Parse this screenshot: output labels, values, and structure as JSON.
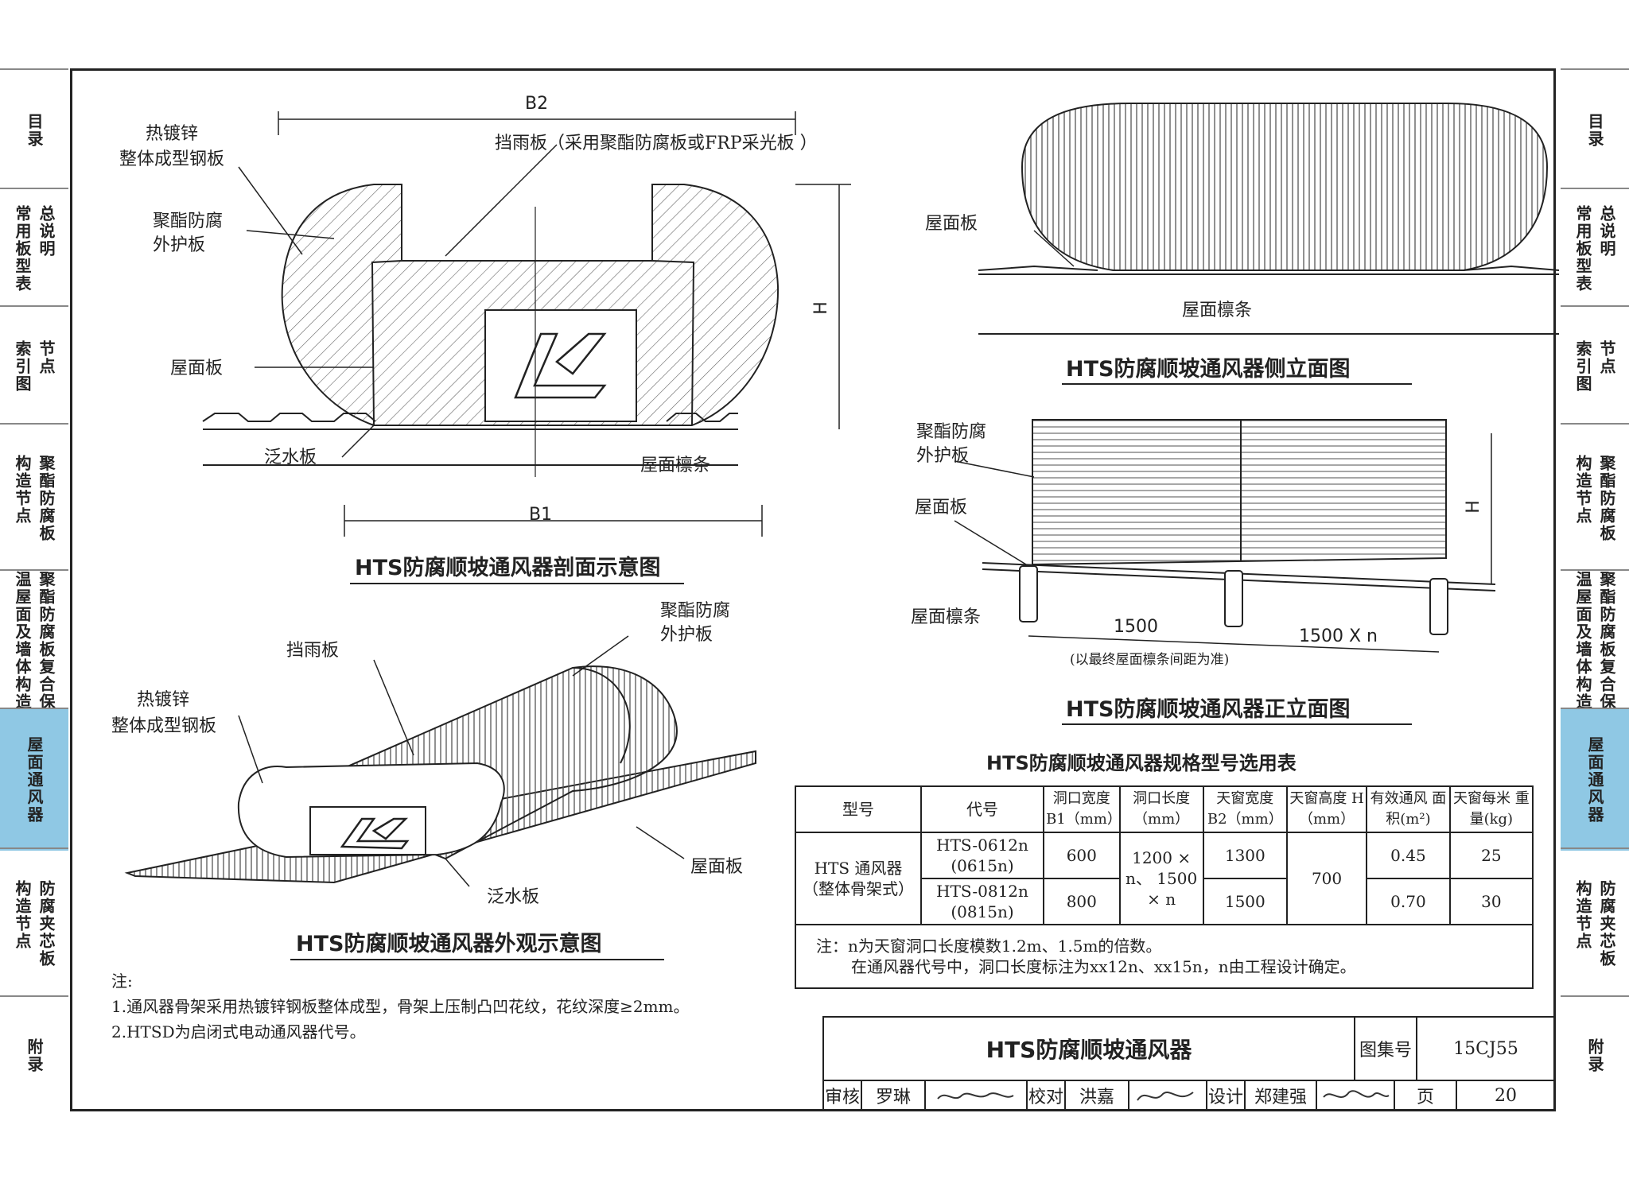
{
  "side_tabs": [
    {
      "id": "mulu",
      "cols": [
        "目录"
      ],
      "active": false
    },
    {
      "id": "zongshuoming",
      "cols": [
        "总说明",
        "常用板型表"
      ],
      "active": false
    },
    {
      "id": "jiedian",
      "cols": [
        "节点",
        "索引图"
      ],
      "active": false
    },
    {
      "id": "gouzao",
      "cols": [
        "聚酯防腐板",
        "构造节点"
      ],
      "active": false
    },
    {
      "id": "baowen",
      "cols": [
        "聚酯防腐板复合保",
        "温屋面及墙体构造"
      ],
      "active": false
    },
    {
      "id": "tongfeng",
      "cols": [
        "屋面通风器"
      ],
      "active": true
    },
    {
      "id": "jiaxin",
      "cols": [
        "防腐夹芯板",
        "构造节点"
      ],
      "active": false
    },
    {
      "id": "fulu",
      "cols": [
        "附录"
      ],
      "active": false
    }
  ],
  "section_drawing": {
    "labels": {
      "b2": "B2",
      "steel_1": "热镀锌",
      "steel_2": "整体成型钢板",
      "rain": "挡雨板（采用聚酯防腐板或FRP采光板 ）",
      "cover_1": "聚酯防腐",
      "cover_2": "外护板",
      "h": "H",
      "roof": "屋面板",
      "flashing": "泛水板",
      "purlin": "屋面檩条",
      "b1": "B1"
    },
    "title": "HTS防腐顺坡通风器剖面示意图"
  },
  "side_elevation": {
    "labels": {
      "roof": "屋面板",
      "purlin": "屋面檩条"
    },
    "title": "HTS防腐顺坡通风器侧立面图"
  },
  "front_elevation": {
    "labels": {
      "cover_1": "聚酯防腐",
      "cover_2": "外护板",
      "roof": "屋面板",
      "h": "H",
      "purlin": "屋面檩条",
      "dim1": "1500",
      "dim2": "1500 X n",
      "dim_note": "(以最终屋面檩条间距为准)"
    },
    "title": "HTS防腐顺坡通风器正立面图"
  },
  "appearance": {
    "labels": {
      "cover_1": "聚酯防腐",
      "cover_2": "外护板",
      "rain": "挡雨板",
      "steel_1": "热镀锌",
      "steel_2": "整体成型钢板",
      "roof": "屋面板",
      "flashing": "泛水板"
    },
    "title": "HTS防腐顺坡通风器外观示意图"
  },
  "spec_table": {
    "title": "HTS防腐顺坡通风器规格型号选用表",
    "headers": [
      "型号",
      "代号",
      "洞口宽度 B1（mm）",
      "洞口长度（mm）",
      "天窗宽度 B2（mm）",
      "天窗高度 H（mm）",
      "有效通风 面积(m²)",
      "天窗每米 重量(kg)"
    ],
    "model": "HTS 通风器 （整体骨架式）",
    "rows": [
      {
        "code": "HTS-0612n (0615n)",
        "b1": "600",
        "b2": "1300",
        "area": "0.45",
        "weight": "25"
      },
      {
        "code": "HTS-0812n (0815n)",
        "b1": "800",
        "b2": "1500",
        "area": "0.70",
        "weight": "30"
      }
    ],
    "length": "1200 × n、 1500 × n",
    "height": "700",
    "note_1": "注：n为天窗洞口长度模数1.2m、1.5m的倍数。",
    "note_2": "在通风器代号中，洞口长度标注为xx12n、xx15n，n由工程设计确定。"
  },
  "notes": {
    "head": "注:",
    "line_1": "1.通风器骨架采用热镀锌钢板整体成型，骨架上压制凸凹花纹，花纹深度≥2mm。",
    "line_2": "2.HTSD为启闭式电动通风器代号。"
  },
  "title_block": {
    "name": "HTS防腐顺坡通风器",
    "atlas_label": "图集号",
    "atlas_no": "15CJ55",
    "review_label": "审核",
    "reviewer": "罗琳",
    "check_label": "校对",
    "checker": "洪嘉",
    "design_label": "设计",
    "designer": "郑建强",
    "page_label": "页",
    "page_no": "20"
  }
}
